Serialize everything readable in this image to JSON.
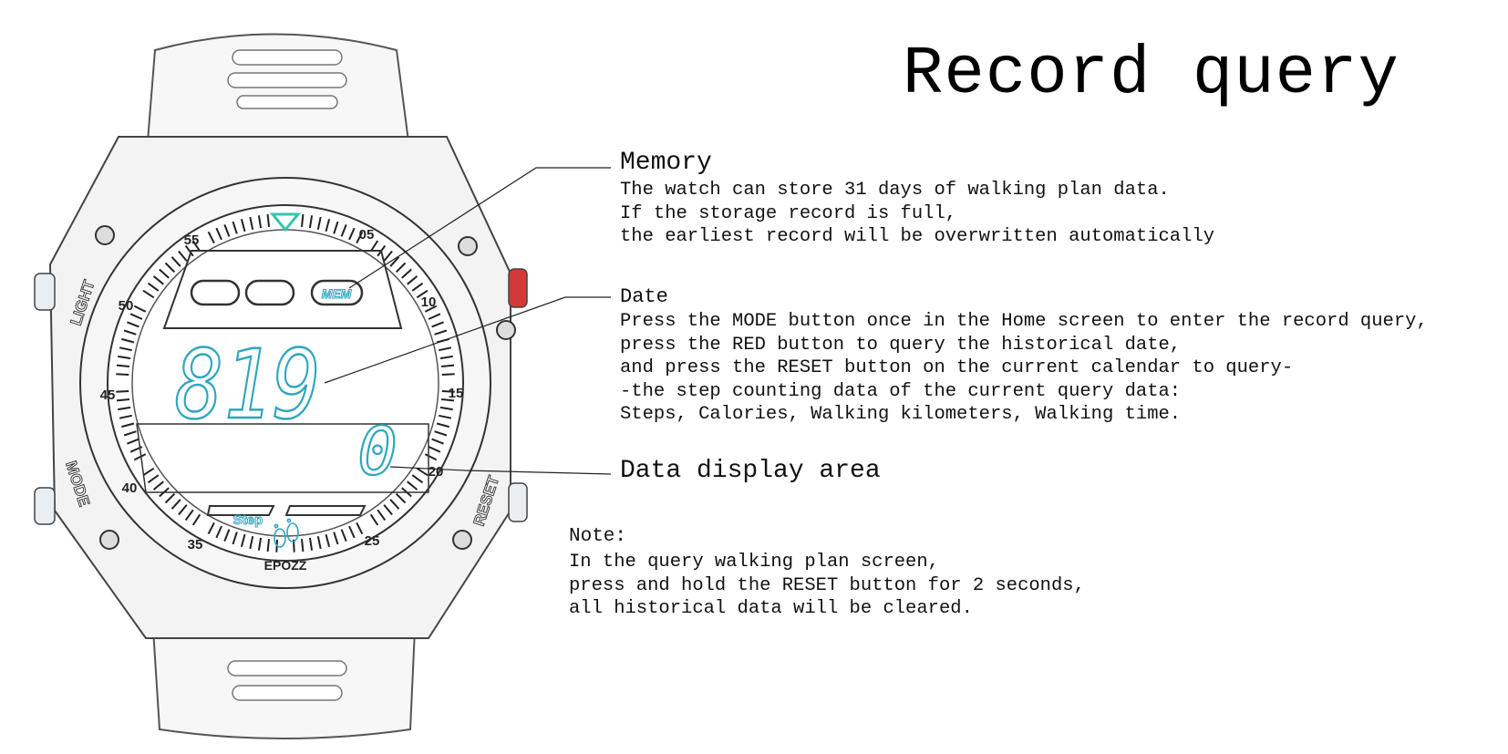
{
  "title": "Record query",
  "watch": {
    "display": {
      "date_digits": "819",
      "data_digit": "0",
      "mem_label": "MEM",
      "step_label": "Step"
    },
    "bezel_numbers": [
      "05",
      "10",
      "15",
      "20",
      "25",
      "35",
      "40",
      "45",
      "50",
      "55"
    ],
    "buttons": {
      "light": "LIGHT",
      "mode": "MODE",
      "reset": "RESET"
    },
    "brand": "EPOZZ"
  },
  "callouts": {
    "memory": {
      "heading": "Memory",
      "lines": [
        "The watch can store 31 days of walking plan data.",
        "If the storage record is full,",
        "the earliest record will be overwritten automatically"
      ]
    },
    "date": {
      "heading": "Date",
      "lines": [
        "Press the MODE button once in the Home screen to enter the record query,",
        "press the RED button to query the historical date,",
        "and press the RESET button on the current calendar to query-",
        "-the step counting data of the current query data:",
        "Steps, Calories, Walking kilometers, Walking time."
      ]
    },
    "data_display": {
      "heading": "Data display area"
    }
  },
  "note": {
    "heading": "Note:",
    "lines": [
      "In the query walking plan screen,",
      "press and hold the RESET button for 2 seconds,",
      "all historical data will be cleared."
    ]
  },
  "colors": {
    "lcd_accent": "#2fa6bf",
    "marker": "#36c6b0",
    "red_button": "#d23a3a",
    "outline": "#333333"
  }
}
